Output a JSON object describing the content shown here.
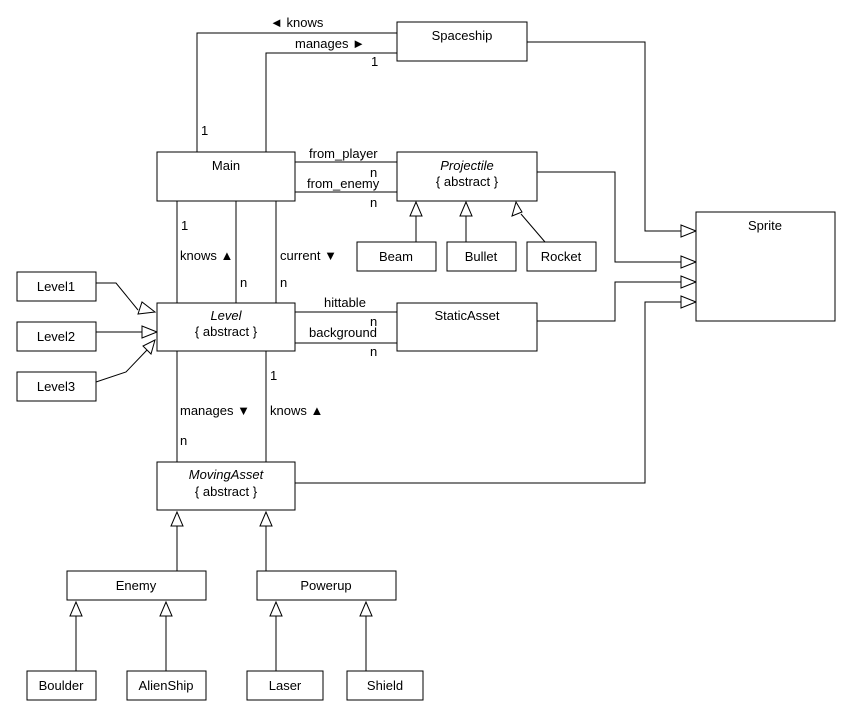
{
  "classes": {
    "spaceship": {
      "name": "Spaceship"
    },
    "main": {
      "name": "Main"
    },
    "projectile": {
      "name": "Projectile",
      "stereotype": "{ abstract }"
    },
    "sprite": {
      "name": "Sprite"
    },
    "beam": {
      "name": "Beam"
    },
    "bullet": {
      "name": "Bullet"
    },
    "rocket": {
      "name": "Rocket"
    },
    "level1": {
      "name": "Level1"
    },
    "level2": {
      "name": "Level2"
    },
    "level3": {
      "name": "Level3"
    },
    "level": {
      "name": "Level",
      "stereotype": "{ abstract }"
    },
    "static_asset": {
      "name": "StaticAsset"
    },
    "moving_asset": {
      "name": "MovingAsset",
      "stereotype": "{ abstract }"
    },
    "enemy": {
      "name": "Enemy"
    },
    "powerup": {
      "name": "Powerup"
    },
    "boulder": {
      "name": "Boulder"
    },
    "alien_ship": {
      "name": "AlienShip"
    },
    "laser": {
      "name": "Laser"
    },
    "shield": {
      "name": "Shield"
    }
  },
  "associations": {
    "main_knows_spaceship": {
      "label": "◄ knows",
      "mult_main": "1"
    },
    "main_manages_spaceship": {
      "label": "manages ►",
      "mult_spaceship": "1"
    },
    "main_from_player": {
      "label": "from_player",
      "mult": "n"
    },
    "main_from_enemy": {
      "label": "from_enemy",
      "mult": "n"
    },
    "main_knows_level": {
      "label": "knows ▲",
      "mult": "1"
    },
    "main_levels": {
      "mult": "n"
    },
    "main_current_level": {
      "label": "current ▼",
      "mult": "n"
    },
    "level_hittable": {
      "label": "hittable",
      "mult": "n"
    },
    "level_background": {
      "label": "background",
      "mult": "n"
    },
    "level_manages_moving": {
      "label": "manages ▼",
      "mult": "n"
    },
    "moving_knows_level": {
      "label": "knows ▲",
      "mult": "1"
    }
  }
}
